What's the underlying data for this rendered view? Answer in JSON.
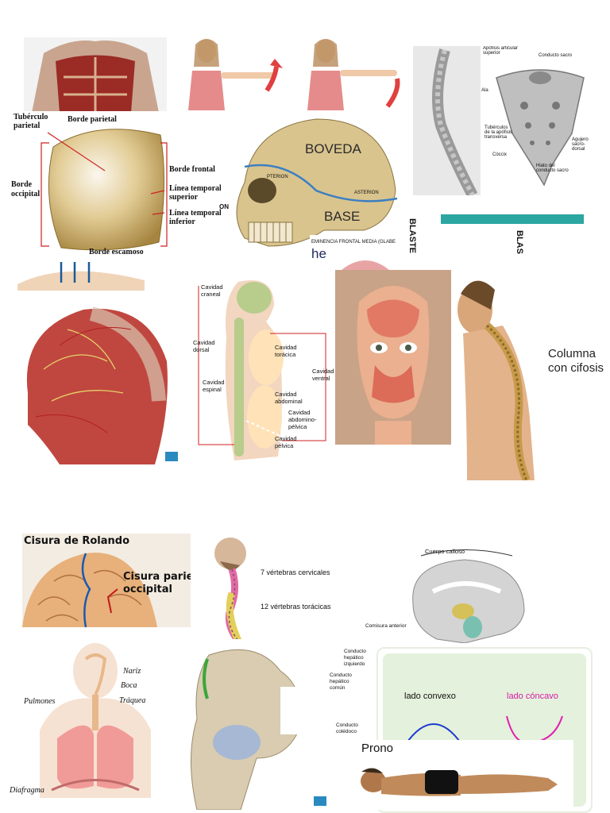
{
  "skull_parietal": {
    "tuberculo": "Tubérculo\nparietal",
    "borde_parietal": "Borde parietal",
    "borde_frontal": "Borde frontal",
    "borde_occipital": "Borde\noccipital",
    "linea_sup": "Línea temporal\nsuperior",
    "linea_inf": "Línea temporal\ninferior",
    "borde_escamoso": "Borde escamoso"
  },
  "skull_lateral": {
    "boveda": "BOVEDA",
    "base": "BASE",
    "pterion": "PTERION",
    "asterion": "ASTERION",
    "eminencia": "EMINENCIA FRONTAL MEDIA (GLABE",
    "on": "ON",
    "he": "he"
  },
  "sacrum": {
    "apofisis": "Apófisis articular\nsuperior",
    "conducto": "Conducto sacro",
    "ala": "Ala",
    "tuberculos": "Tubérculos\nde la apófisis\ntransversa",
    "agujero": "Agujero\nsacro-\ndorsal",
    "coccix": "Cóccix",
    "hiato": "Hiato del\nconducto sacro"
  },
  "blast": {
    "blaste": "BLASTE",
    "blas": "BLAS"
  },
  "cavities": {
    "craneal": "Cavidad\ncraneal",
    "dorsal": "Cavidad\ndorsal",
    "toracica": "Cavidad\ntorácica",
    "espinal": "Cavidad\nespinal",
    "ventral": "Cavidad\nventral",
    "abdominal": "Cavidad\nabdominal",
    "abdomino": "Cavidad\nabdomino-\npélvica",
    "pelvica": "Cavidad\npélvica"
  },
  "kyphosis": {
    "caption": "Columna\ncon cifosis"
  },
  "cisura": {
    "rolando": "Cisura de Rolando",
    "parieto": "Cisura parieto-\noccipital"
  },
  "vertebrae": {
    "cervical": "7 vértebras cervicales",
    "toracica": "12 vértebras torácicas"
  },
  "brain": {
    "calloso": "Cuerpo calloso",
    "comisura": "Comisura anterior"
  },
  "respiratory": {
    "nariz": "Nariz",
    "boca": "Boca",
    "traquea": "Tráquea",
    "pulmones": "Pulmones",
    "diafragma": "Diafragma"
  },
  "liver": {
    "hepatico": "Conducto\nhepático\nizquierdo",
    "comun": "Conducto\nhepático\ncomún",
    "coledoco": "Conducto\ncolédoco"
  },
  "curves": {
    "convexo": "lado convexo",
    "concavo": "lado cóncavo"
  },
  "prone": {
    "label": "Prono"
  }
}
